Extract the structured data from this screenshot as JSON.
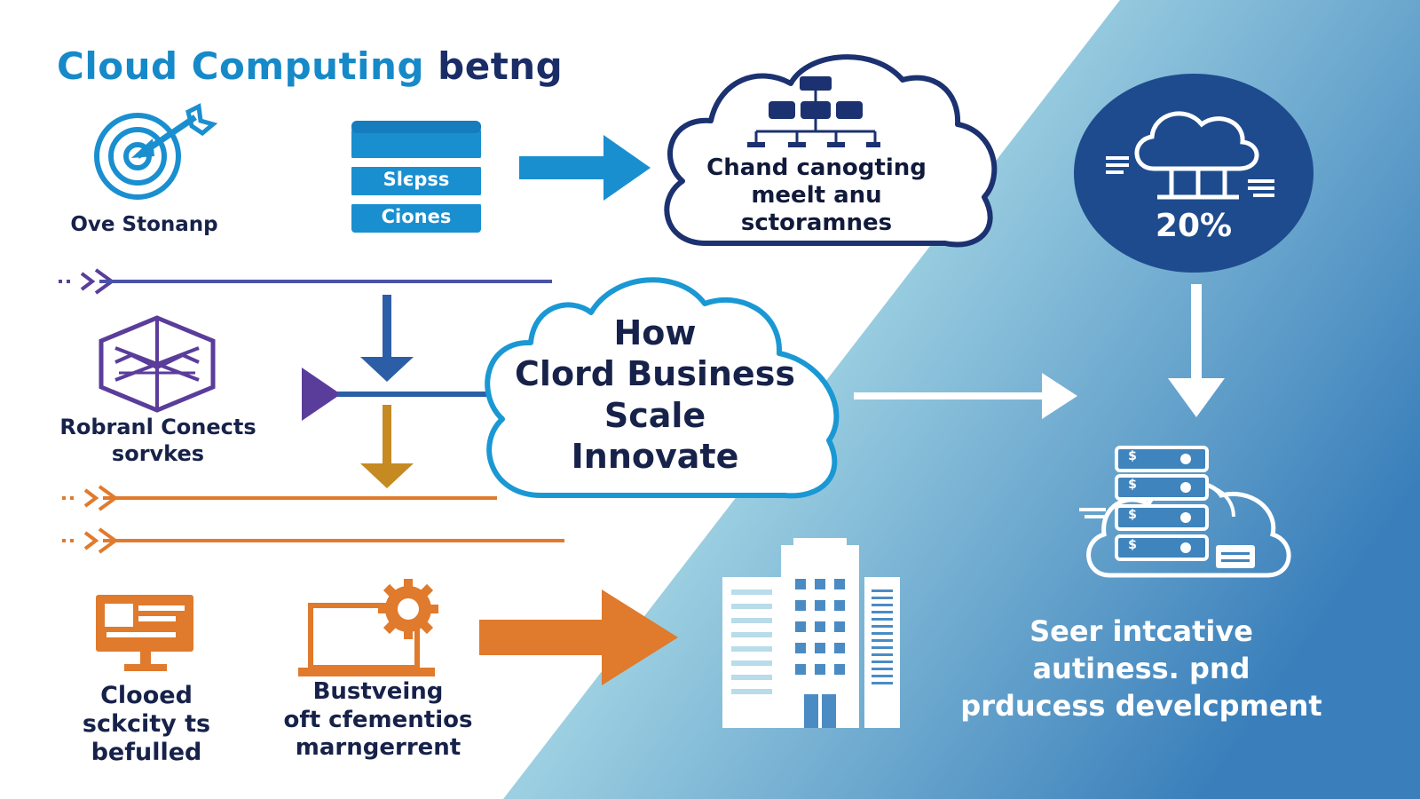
{
  "title": {
    "part1": "Cloud Computing",
    "part2": "betng"
  },
  "nodes": {
    "target_label": "Ove Stonanp",
    "database": {
      "line1": "Slєpss",
      "line2": "Ciones"
    },
    "top_cloud": {
      "line1": "Chand canogting",
      "line2": "meelt anu",
      "line3": "sctoramnes"
    },
    "circle_percent": "20%",
    "center_cloud": {
      "line1": "How",
      "line2": "Clord Business",
      "line3": "Scale",
      "line4": "Innovate"
    },
    "hex_label": {
      "line1": "Robranl Conects",
      "line2": "sorvkes"
    },
    "monitor_label": {
      "line1": "Clooed",
      "line2": "sckcity ts",
      "line3": "befulled"
    },
    "gear_label": {
      "line1": "Bustveing",
      "line2": "oft cfementios",
      "line3": "marngerrent"
    },
    "right_label": {
      "line1": "Seer intcative",
      "line2": "autiness. pnd",
      "line3": "prducess develcpment"
    },
    "server_symbol": "$"
  },
  "colors": {
    "title_cyan": "#1689c9",
    "title_navy": "#1a2d66",
    "navy": "#1b3170",
    "blue": "#1a8fd0",
    "purple": "#5a3d9b",
    "orange": "#e07a2c",
    "gold": "#c58a22",
    "bg_light": "#aad7e4",
    "bg_dark": "#3f84bd"
  }
}
